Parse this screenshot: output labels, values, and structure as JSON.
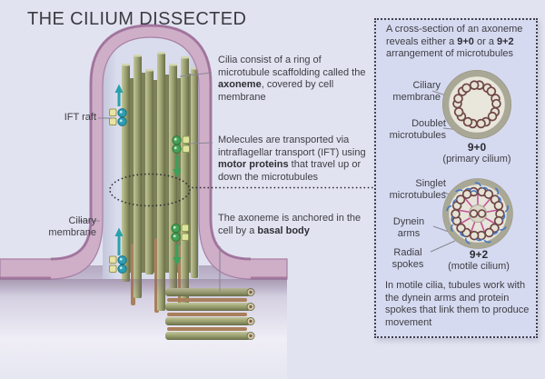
{
  "title": "THE CILIUM DISSECTED",
  "main": {
    "ift_raft_label": "IFT raft",
    "ciliary_membrane_label": "Ciliary membrane",
    "axoneme_note": [
      {
        "t": "Cilia consist of a ring of microtubule scaffolding called the "
      },
      {
        "t": "axoneme",
        "b": true
      },
      {
        "t": ", covered by cell membrane"
      }
    ],
    "ift_note": [
      {
        "t": "Molecules are transported via intraflagellar transport (IFT) using "
      },
      {
        "t": "motor proteins",
        "b": true
      },
      {
        "t": " that travel up or down the microtubules"
      }
    ],
    "basal_note": [
      {
        "t": "The axoneme is anchored in the cell by a "
      },
      {
        "t": "basal body",
        "b": true
      }
    ]
  },
  "panel": {
    "intro": [
      {
        "t": "A cross-section of an axoneme reveals either a "
      },
      {
        "t": "9+0",
        "b": true
      },
      {
        "t": " or a "
      },
      {
        "t": "9+2",
        "b": true
      },
      {
        "t": " arrangement of microtubules"
      }
    ],
    "section_9_0": {
      "ciliary_membrane": "Ciliary membrane",
      "doublet_microtubules": "Doublet microtubules",
      "name": "9+0",
      "type": "(primary cilium)"
    },
    "section_9_2": {
      "singlet_microtubules": "Singlet microtubules",
      "dynein_arms": "Dynein arms",
      "radial_spokes": "Radial spokes",
      "name": "9+2",
      "type": "(motile cilium)"
    },
    "outro": "In motile cilia, tubules work with the dynein arms and protein spokes that link them to produce movement"
  },
  "colors": {
    "background": "#e2e3f0",
    "panel_background": "#d6daf0",
    "membrane_pink": "#cfaec7",
    "membrane_edge": "#9c6f99",
    "microtubule_green": "#9aa06e",
    "anchor_brown": "#a9805c",
    "arrow_teal": "#28a2ac",
    "arrow_green": "#3aa05c",
    "raft_yellow": "#eae4a4",
    "spoke_pink": "#c4549a",
    "dynein_blue": "#3f74c9",
    "ring_olive": "#a9a896",
    "text": "#3d3d44"
  }
}
